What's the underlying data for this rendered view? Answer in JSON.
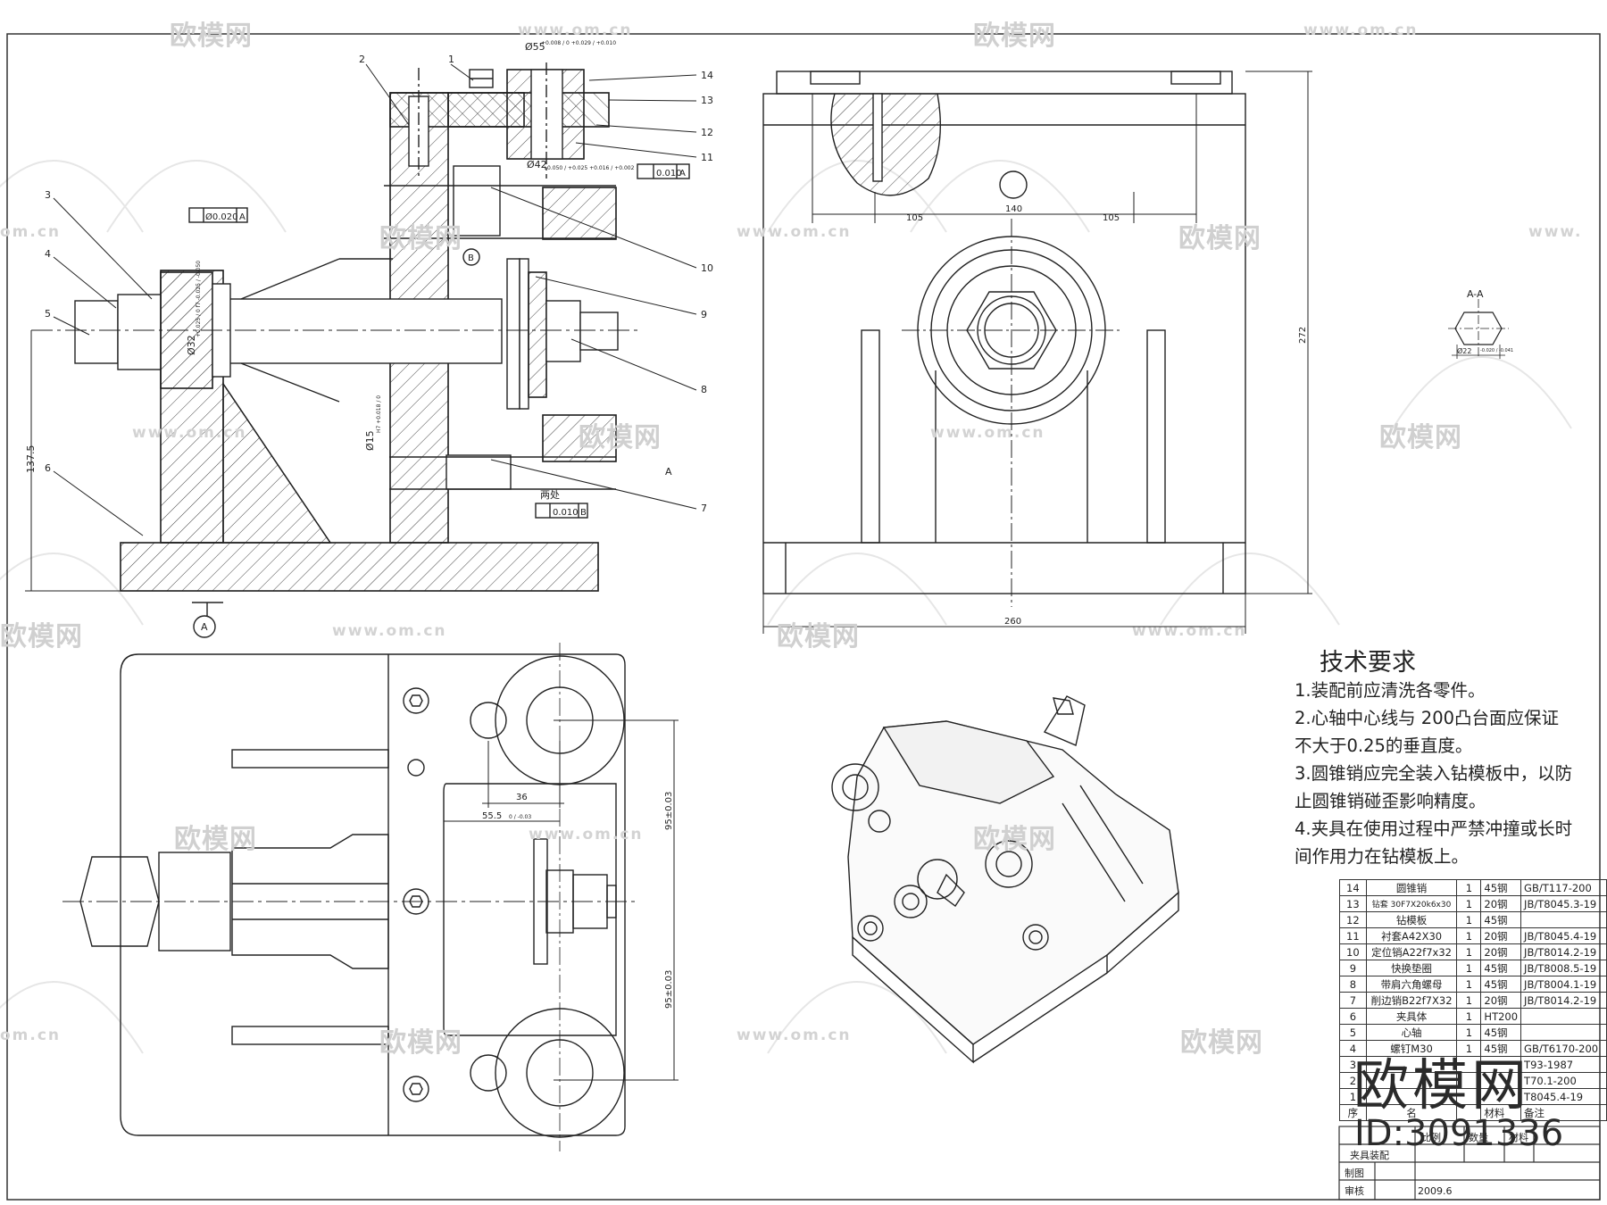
{
  "watermark": {
    "brand": "欧模网",
    "url": "www.om.cn",
    "url_short": "om.cn",
    "url_partial": "www."
  },
  "main_view": {
    "part_numbers": [
      "1",
      "2",
      "3",
      "4",
      "5",
      "6",
      "7",
      "8",
      "9",
      "10",
      "11",
      "12",
      "13",
      "14"
    ],
    "dimensions": {
      "top_bore": "Ø55",
      "top_bore_tol": "+0.008 / 0   +0.029 / +0.010",
      "mid_bore": "Ø42",
      "mid_bore_tol": "+0.050 / +0.025  +0.016 / +0.002",
      "shaft_dia": "Ø32",
      "shaft_dia_tol": "+0.025 / 0  f7 -0.025 / -0.050",
      "pin_dia": "Ø15",
      "pin_dia_tol": "H7 +0.018 / 0",
      "height": "137.5"
    },
    "tolerances": {
      "perp_a": "0.010",
      "parallel": "Ø0.020",
      "datum_a": "A",
      "perp_b": "0.010",
      "datum_b": "B",
      "two_places": "两处"
    },
    "section_a": "A",
    "datum_a_symbol": "A",
    "datum_b_symbol": "B"
  },
  "side_view": {
    "dims": {
      "d140": "140",
      "d105_left": "105",
      "d105_right": "105",
      "d272": "272",
      "d260": "260"
    }
  },
  "section_view": {
    "label": "A-A",
    "dim": "Ø22",
    "dim_tol": "-0.020 / -0.041"
  },
  "top_view": {
    "dims": {
      "d36": "36",
      "d55": "55.5",
      "d55_tol": "0 / -0.03",
      "v1": "95±0.03",
      "v2": "95±0.03"
    }
  },
  "tech_req": {
    "title": "技术要求",
    "items": [
      "1.装配前应清洗各零件。",
      "2.心轴中心线与  200凸台面应保证",
      "不大于0.25的垂直度。",
      "3.圆锥销应完全装入钻模板中，以防",
      "止圆锥销碰歪影响精度。",
      "4.夹具在使用过程中严禁冲撞或长时",
      "间作用力在钻模板上。"
    ]
  },
  "bom": {
    "rows": [
      [
        "14",
        "圆锥销",
        "1",
        "45钢",
        "GB/T117-200"
      ],
      [
        "13",
        "钻套 30F7X20k6x30",
        "1",
        "20钢",
        "JB/T8045.3-19"
      ],
      [
        "12",
        "钻模板",
        "1",
        "45钢",
        ""
      ],
      [
        "11",
        "衬套A42X30",
        "1",
        "20钢",
        "JB/T8045.4-19"
      ],
      [
        "10",
        "定位销A22f7x32",
        "1",
        "20钢",
        "JB/T8014.2-19"
      ],
      [
        "9",
        "快换垫圈",
        "1",
        "45钢",
        "JB/T8008.5-19"
      ],
      [
        "8",
        "带肩六角螺母",
        "1",
        "45钢",
        "JB/T8004.1-19"
      ],
      [
        "7",
        "削边销B22f7X32",
        "1",
        "20钢",
        "JB/T8014.2-19"
      ],
      [
        "6",
        "夹具体",
        "1",
        "HT200",
        ""
      ],
      [
        "5",
        "心轴",
        "1",
        "45钢",
        ""
      ],
      [
        "4",
        "螺钉M30",
        "1",
        "45钢",
        "GB/T6170-200"
      ],
      [
        "3",
        "",
        "",
        "",
        "T93-1987"
      ],
      [
        "2",
        "",
        "",
        "",
        "T70.1-200"
      ],
      [
        "1",
        "",
        "",
        "",
        "T8045.4-19"
      ]
    ],
    "header": [
      "序",
      "名",
      "",
      "材料",
      "备注"
    ],
    "footer": {
      "scale": "比例",
      "qty": "数量",
      "material": "材料",
      "drawn": "制图",
      "checked": "审核",
      "date": "2009.6",
      "name": "夹具装配"
    }
  },
  "corner_logo": {
    "text": "欧模网",
    "id": "ID:3091336"
  }
}
